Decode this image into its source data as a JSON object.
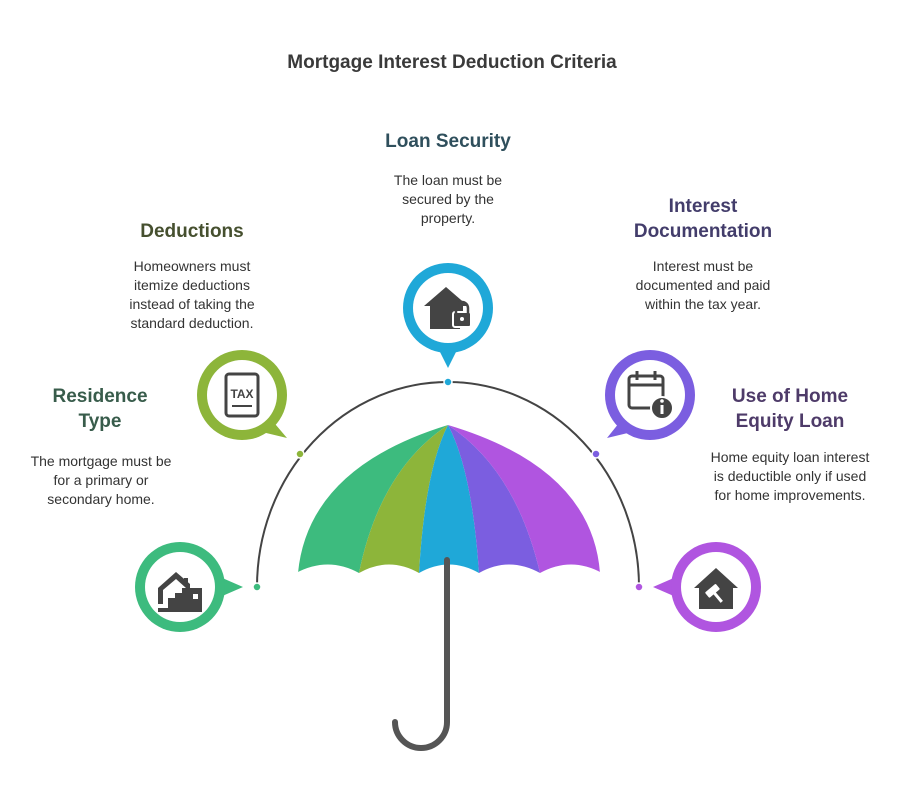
{
  "title": "Mortgage Interest Deduction Criteria",
  "criteria": [
    {
      "title_lines": [
        "Residence",
        "Type"
      ],
      "description": "The mortgage must be for a primary or secondary home.",
      "icon": "house-stairs-icon",
      "color": "#3dbb7e"
    },
    {
      "title_lines": [
        "Deductions"
      ],
      "description": "Homeowners must itemize deductions instead of taking the standard deduction.",
      "icon": "tax-document-icon",
      "color": "#8db53a"
    },
    {
      "title_lines": [
        "Loan Security"
      ],
      "description": "The loan must be secured by the property.",
      "icon": "house-lock-icon",
      "color": "#1fa8d8"
    },
    {
      "title_lines": [
        "Interest",
        "Documentation"
      ],
      "description": "Interest must be documented and paid within the tax year.",
      "icon": "calendar-info-icon",
      "color": "#7b5ee0"
    },
    {
      "title_lines": [
        "Use of Home",
        "Equity Loan"
      ],
      "description": "Home equity loan interest is deductible only if used for home improvements.",
      "icon": "house-hammer-icon",
      "color": "#b055e0"
    }
  ],
  "umbrella_colors": [
    "#3dbb7e",
    "#8db53a",
    "#1fa8d8",
    "#7b5ee0",
    "#b055e0"
  ],
  "handle_color": "#555555"
}
